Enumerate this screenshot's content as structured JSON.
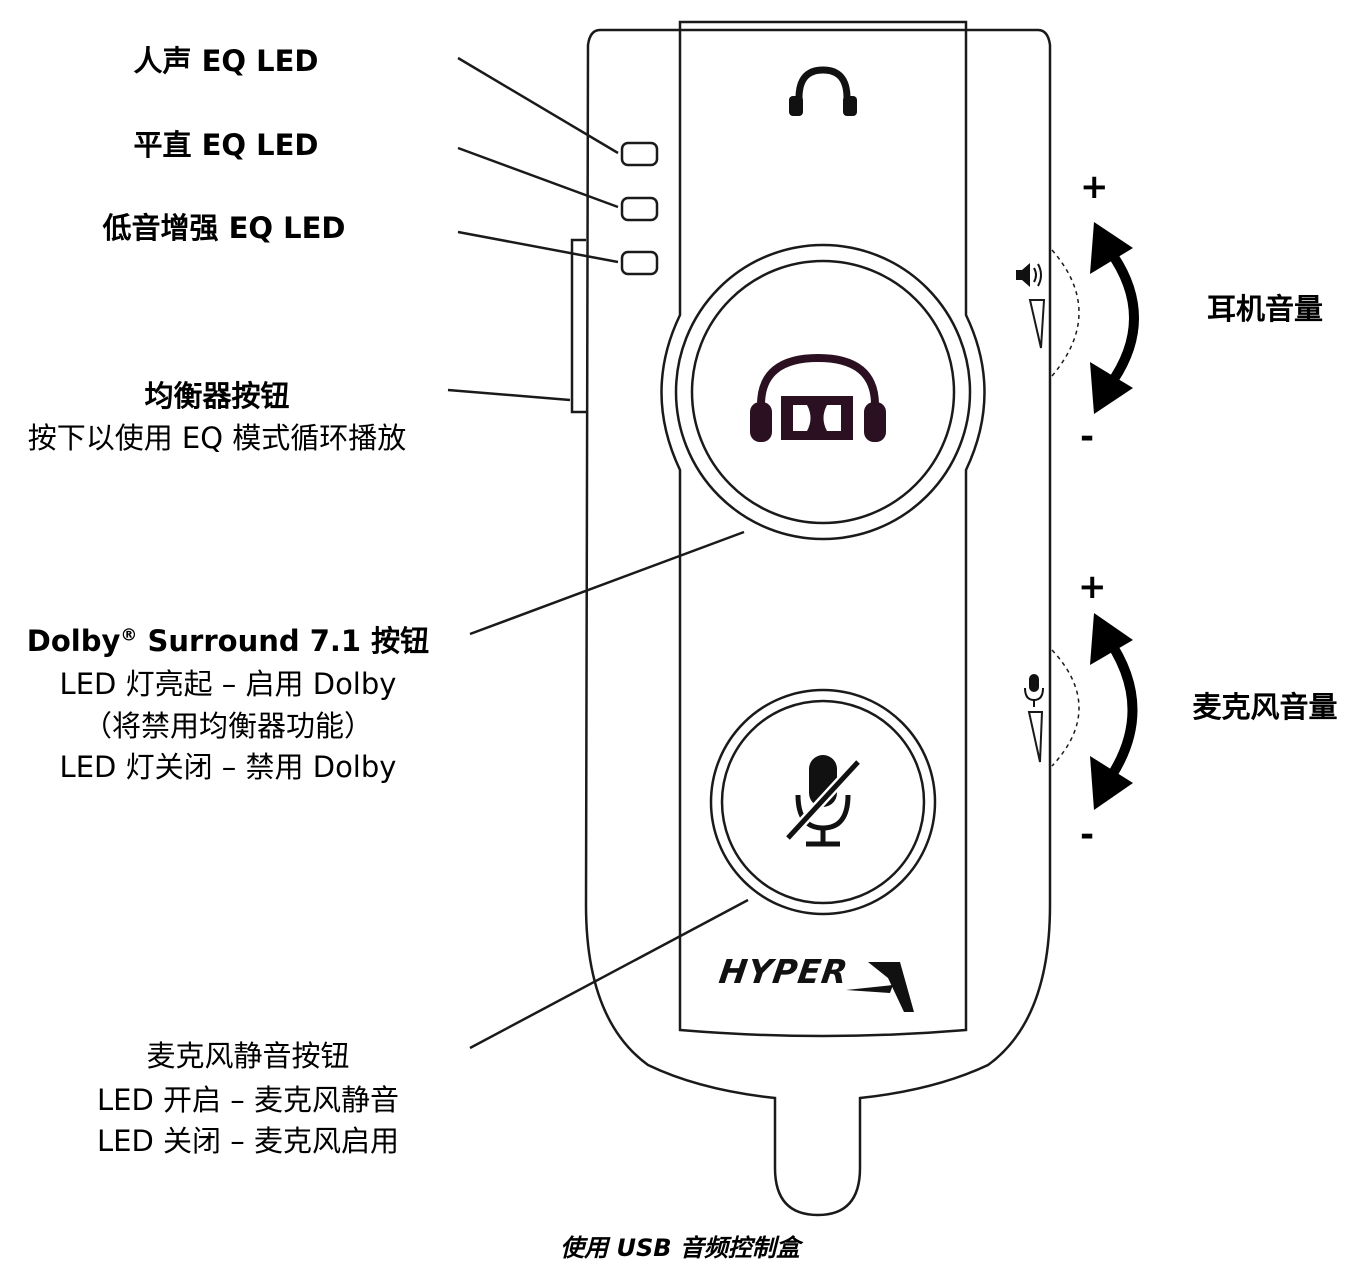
{
  "labels": {
    "vocal_eq": "人声 EQ LED",
    "flat_eq": "平直 EQ LED",
    "bass_eq": "低音增强 EQ LED",
    "eq_button_title": "均衡器按钮",
    "eq_button_desc": "按下以使用 EQ 模式循环播放",
    "dolby_title_a": "Dolby",
    "dolby_title_reg": "®",
    "dolby_title_b": " Surround 7.1 按钮",
    "dolby_line1": "LED 灯亮起 – 启用 Dolby",
    "dolby_line2": "（将禁用均衡器功能）",
    "dolby_line3": "LED 灯关闭 – 禁用 Dolby",
    "mute_title": "麦克风静音按钮",
    "mute_line1": "LED 开启 – 麦克风静音",
    "mute_line2": "LED 关闭 – 麦克风启用",
    "headphone_volume": "耳机音量",
    "mic_volume": "麦克风音量"
  },
  "controls": {
    "plus": "+",
    "minus": "-"
  },
  "brand": "HYPERX",
  "caption": "使用 USB 音频控制盒",
  "icons": [
    "headphones-icon",
    "dolby-headphones-icon",
    "mic-mute-icon",
    "speaker-icon",
    "mic-icon"
  ]
}
